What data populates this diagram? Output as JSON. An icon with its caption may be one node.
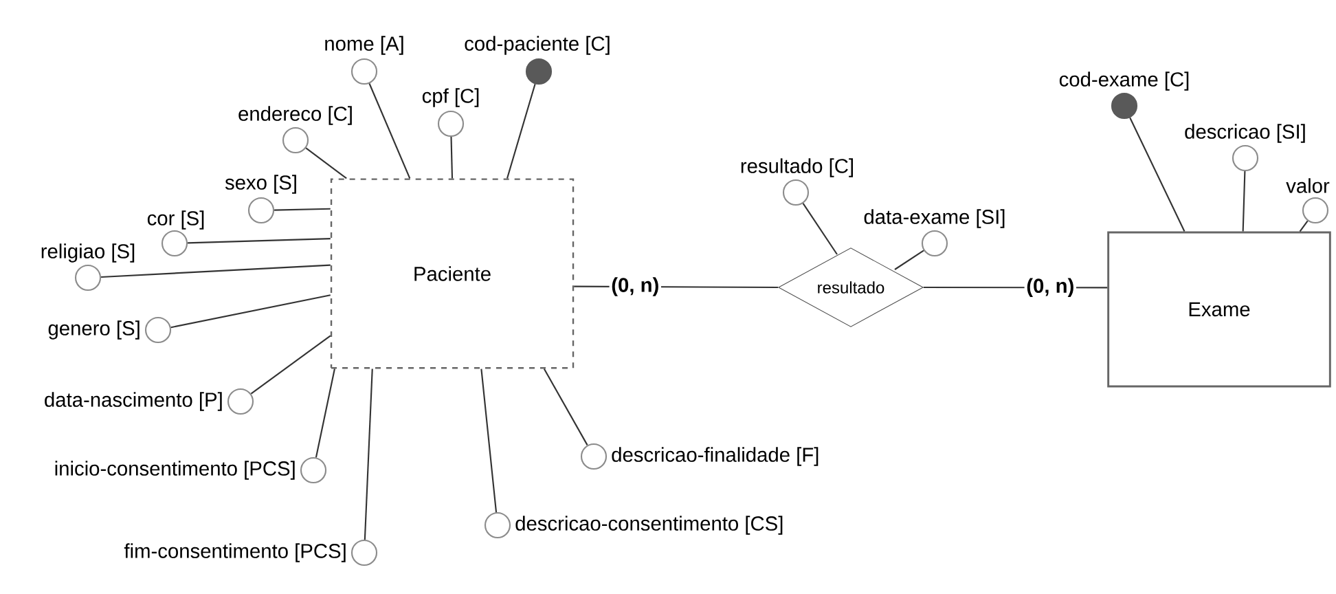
{
  "diagram": {
    "nodes": [
      {
        "text": [
          "Paciente"
        ]
      },
      {
        "text": [
          "resultado"
        ]
      },
      {
        "text": [
          "Exame"
        ]
      },
      {
        "text": [
          "nome [A]"
        ]
      },
      {
        "text": [
          "cod-paciente [C]"
        ]
      },
      {
        "text": [
          "endereco [C]"
        ]
      },
      {
        "text": [
          "cpf [C]"
        ]
      },
      {
        "text": [
          "sexo [S]"
        ]
      },
      {
        "text": [
          "cor  [S]"
        ]
      },
      {
        "text": [
          "religiao [S]"
        ]
      },
      {
        "text": [
          "genero [S]"
        ]
      },
      {
        "text": [
          "data-nascimento [P]"
        ]
      },
      {
        "text": [
          "inicio-consentimento [PCS]"
        ]
      },
      {
        "text": [
          "fim-consentimento [PCS]"
        ]
      },
      {
        "text": [
          "descricao-finalidade [F]"
        ]
      },
      {
        "text": [
          "descricao-consentimento [CS]"
        ]
      },
      {
        "text": [
          "resultado [C]"
        ]
      },
      {
        "text": [
          "data-exame  [SI]"
        ]
      },
      {
        "text": [
          "cod-exame [C]"
        ]
      },
      {
        "text": [
          "descricao  [SI]"
        ]
      },
      {
        "text": [
          "valor"
        ]
      }
    ],
    "edges": [
      {
        "from": 0,
        "to": 1,
        "arrow": "none",
        "label": "(0, n)"
      },
      {
        "from": 1,
        "to": 2,
        "arrow": "none",
        "label": "(0, n)"
      },
      {
        "from": 3,
        "to": 0,
        "arrow": "none"
      },
      {
        "from": 4,
        "to": 0,
        "arrow": "none"
      },
      {
        "from": 5,
        "to": 0,
        "arrow": "none"
      },
      {
        "from": 6,
        "to": 0,
        "arrow": "none"
      },
      {
        "from": 7,
        "to": 0,
        "arrow": "none"
      },
      {
        "from": 8,
        "to": 0,
        "arrow": "none"
      },
      {
        "from": 9,
        "to": 0,
        "arrow": "none"
      },
      {
        "from": 10,
        "to": 0,
        "arrow": "none"
      },
      {
        "from": 11,
        "to": 0,
        "arrow": "none"
      },
      {
        "from": 12,
        "to": 0,
        "arrow": "none"
      },
      {
        "from": 13,
        "to": 0,
        "arrow": "none"
      },
      {
        "from": 14,
        "to": 0,
        "arrow": "none"
      },
      {
        "from": 15,
        "to": 0,
        "arrow": "none"
      },
      {
        "from": 16,
        "to": 1,
        "arrow": "none"
      },
      {
        "from": 17,
        "to": 1,
        "arrow": "none"
      },
      {
        "from": 18,
        "to": 2,
        "arrow": "none"
      },
      {
        "from": 19,
        "to": 2,
        "arrow": "none"
      },
      {
        "from": 20,
        "to": 2,
        "arrow": "none"
      }
    ]
  }
}
